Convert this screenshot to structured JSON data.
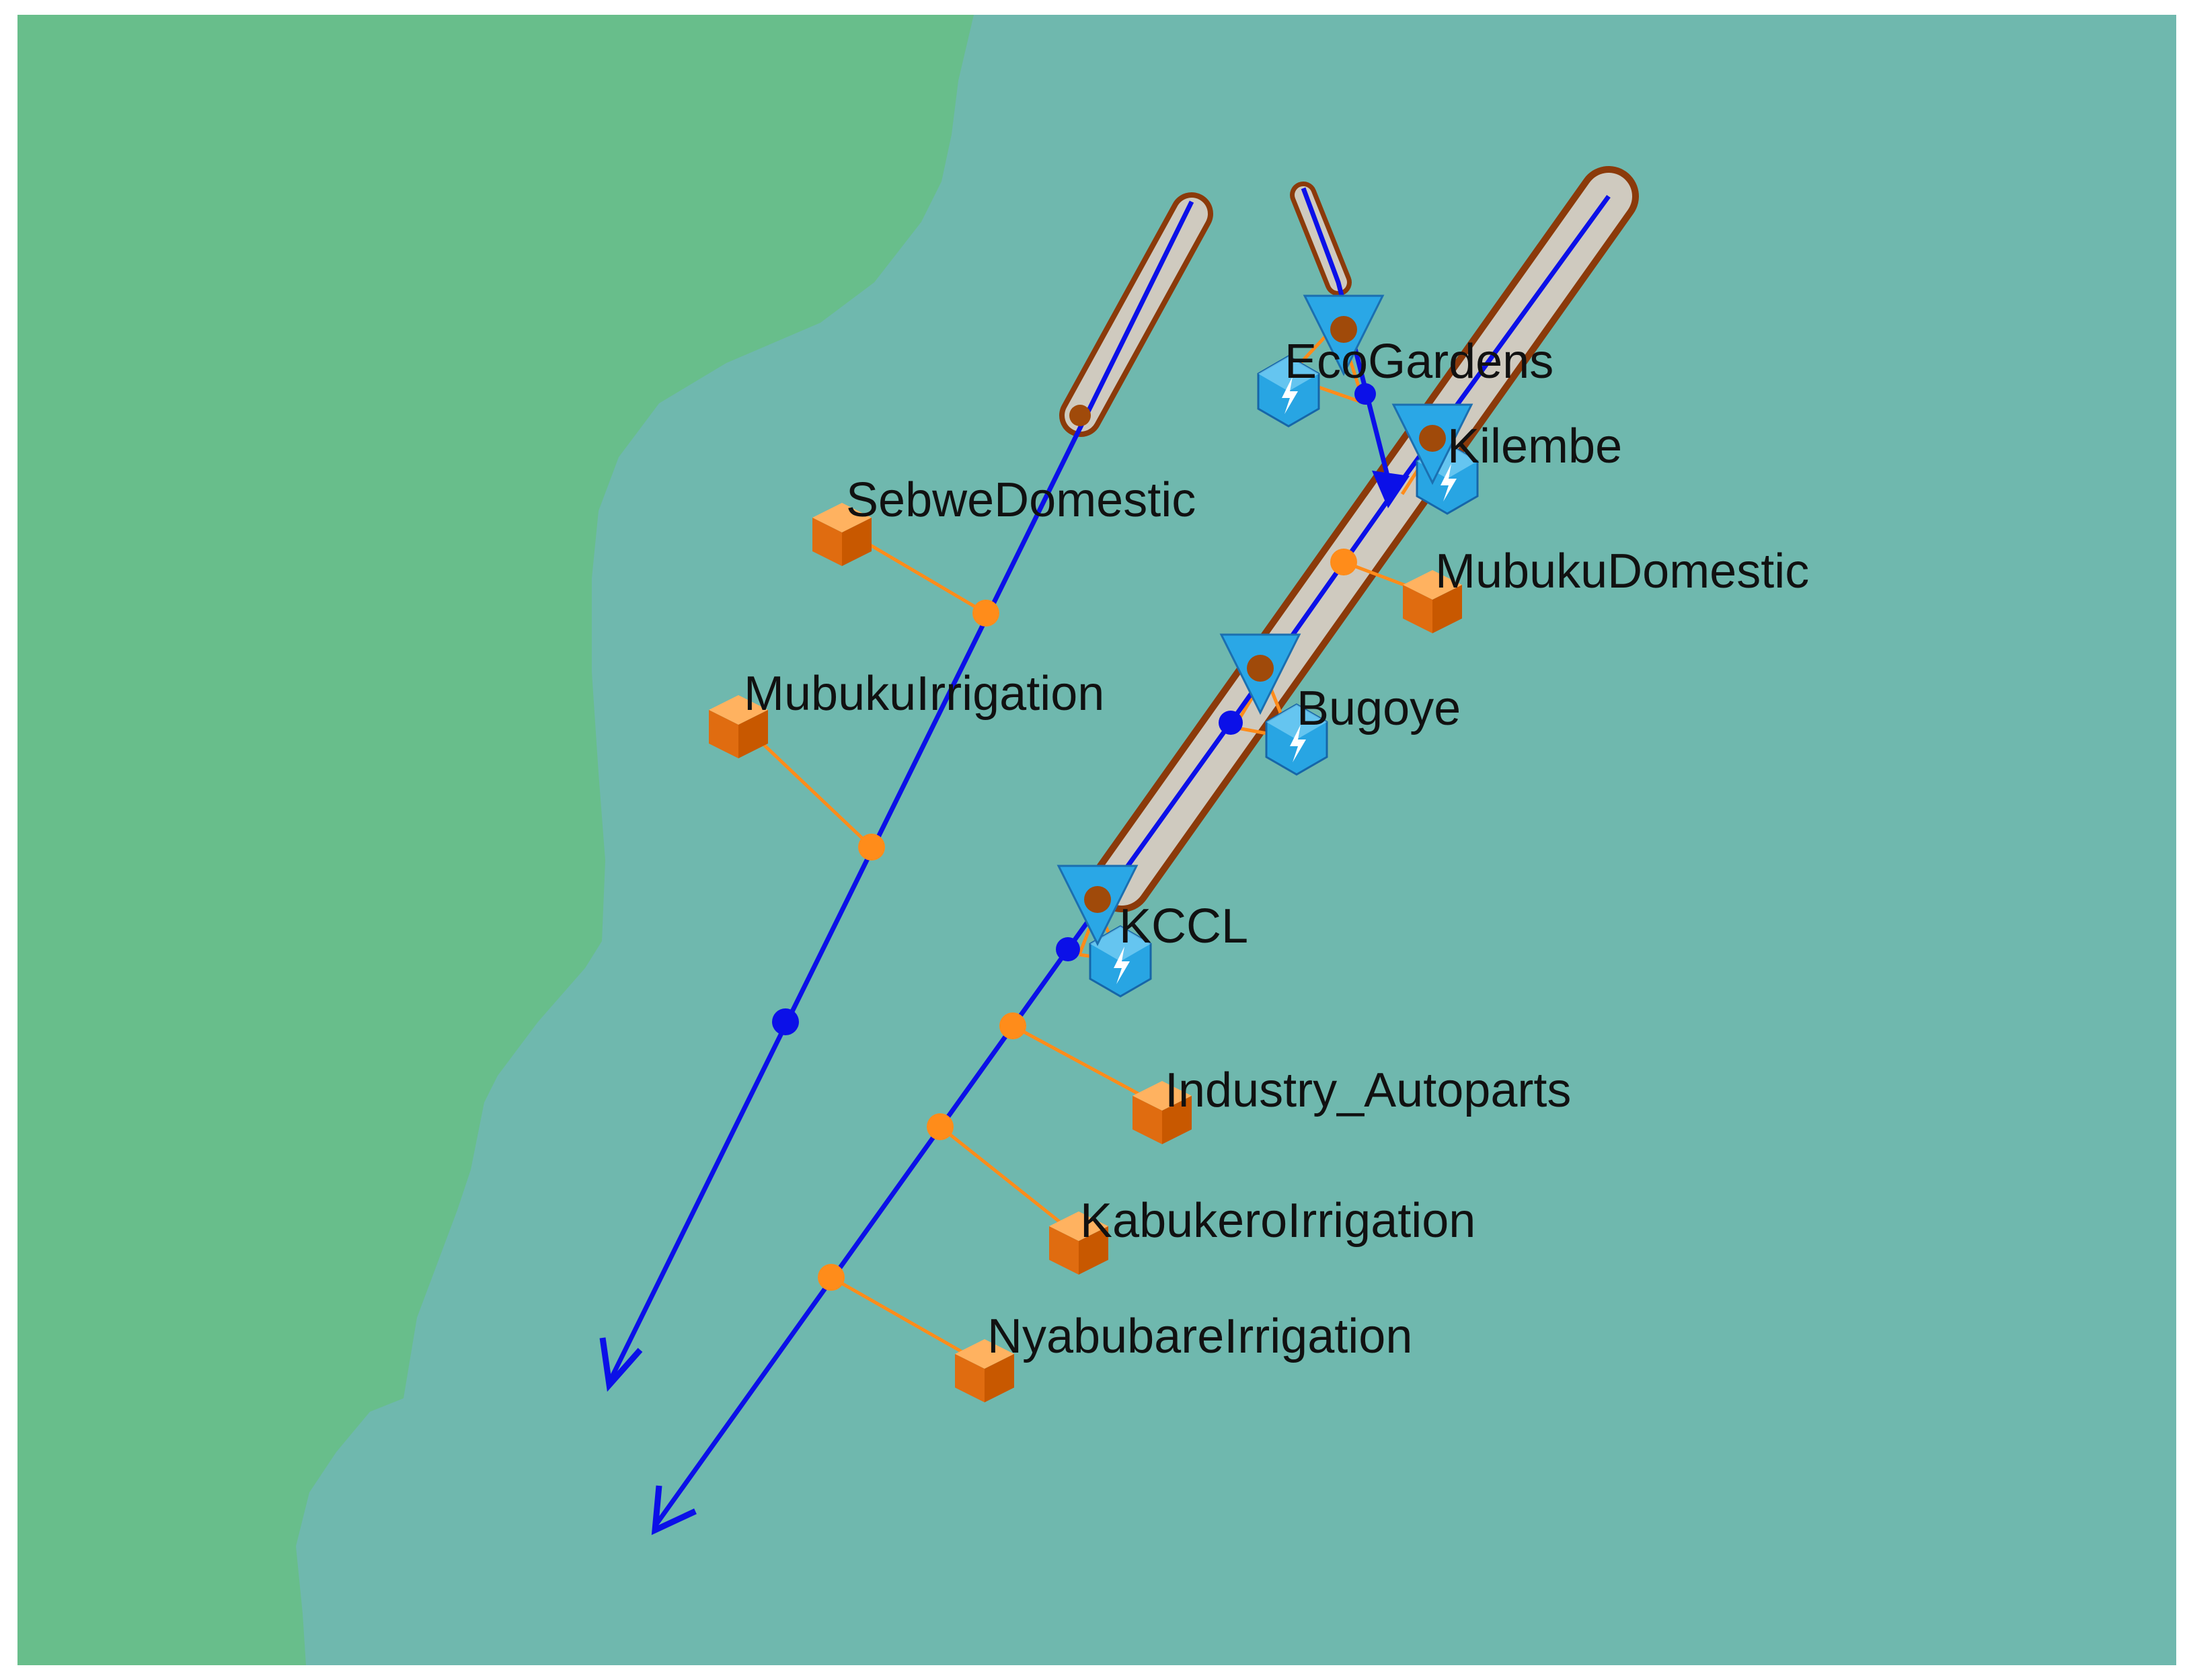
{
  "map": {
    "colors": {
      "land_left": "#68be8b",
      "basin": "#6fb8ae",
      "river": "#0b10e8",
      "demand_site": "#ef7a10",
      "transmission_link": "#ff8c1a",
      "hydropower_reservoir": "#2aa7e6",
      "reach_outline": "#8b3a0a",
      "reach_fill": "#cfcabf"
    },
    "labels": {
      "sebwe_domestic": "SebweDomestic",
      "mubuku_irrigation": "MubukuIrrigation",
      "ecogardens": "EcoGardens",
      "kilembe": "Kilembe",
      "mubuku_domestic": "MubukuDomestic",
      "bugoye": "Bugoye",
      "kccl": "KCCL",
      "industry_autoparts": "Industry_Autoparts",
      "kabukero_irrigation": "KabukeroIrrigation",
      "nyabubare_irrigation": "NyabubareIrrigation"
    },
    "icons": {
      "demand_site": "orange-cube-icon",
      "hydropower": "blue-triangle-reservoir-icon",
      "turbine": "blue-hexagon-lightning-icon",
      "river_end": "blue-arrowhead-icon"
    }
  }
}
